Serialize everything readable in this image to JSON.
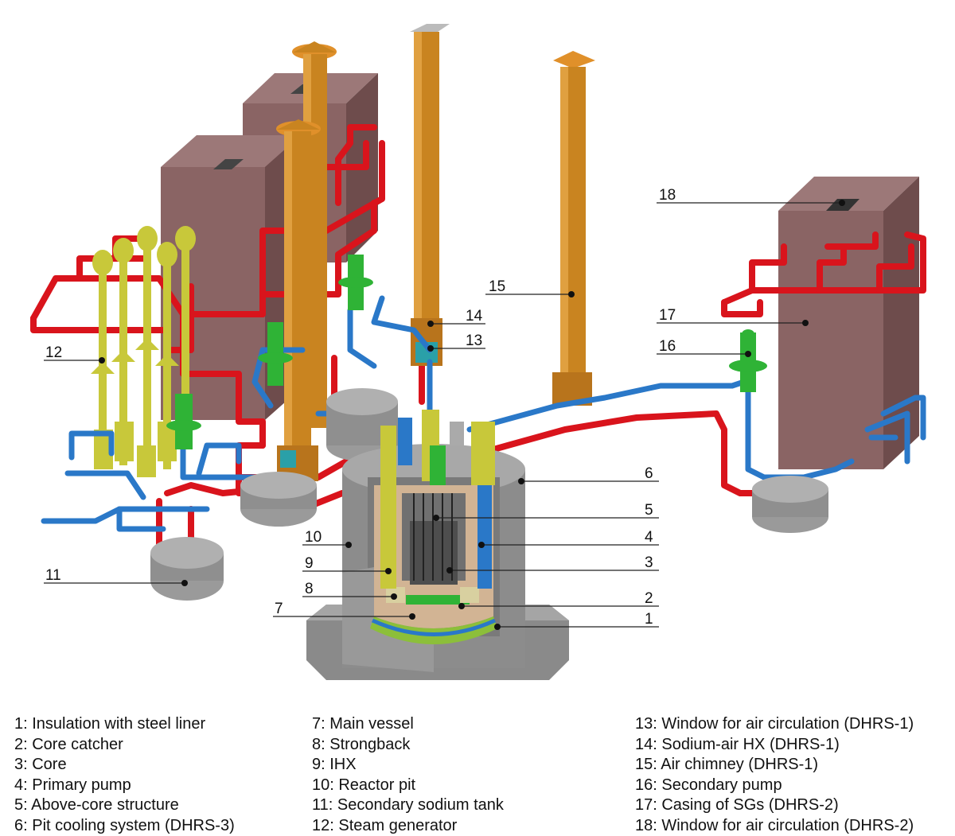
{
  "callouts": {
    "c1": "1",
    "c2": "2",
    "c3": "3",
    "c4": "4",
    "c5": "5",
    "c6": "6",
    "c7": "7",
    "c8": "8",
    "c9": "9",
    "c10": "10",
    "c11": "11",
    "c12": "12",
    "c13": "13",
    "c14": "14",
    "c15": "15",
    "c16": "16",
    "c17": "17",
    "c18": "18"
  },
  "legend": {
    "col1": [
      "1: Insulation with steel liner",
      "2: Core catcher",
      "3: Core",
      "4: Primary pump",
      "5: Above-core structure",
      "6: Pit cooling system (DHRS-3)"
    ],
    "col2": [
      "7: Main vessel",
      "8: Strongback",
      "9: IHX",
      "10: Reactor pit",
      "11: Secondary sodium tank",
      "12: Steam generator"
    ],
    "col3": [
      "13: Window for air circulation (DHRS-1)",
      "14: Sodium-air HX (DHRS-1)",
      "15: Air chimney (DHRS-1)",
      "16: Secondary pump",
      "17: Casing of SGs (DHRS-2)",
      "18: Window for air circulation (DHRS-2)"
    ]
  },
  "colors": {
    "hot_pipe": "#d9141c",
    "cold_pipe": "#2a78c8",
    "chimney": "#c98420",
    "casing": "#8a6464",
    "steam_generator": "#c8c83a",
    "pump": "#2fb336",
    "tank": "#8f8f8f",
    "concrete": "#8a8a8a",
    "insulation": "#8cbf3a"
  }
}
